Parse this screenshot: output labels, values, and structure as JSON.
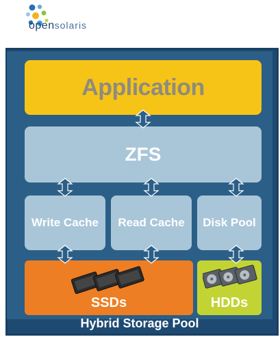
{
  "logo": {
    "name_bold": "open",
    "name_thin": "solaris"
  },
  "diagram": {
    "application": "Application",
    "zfs": "ZFS",
    "write_cache": "Write Cache",
    "read_cache": "Read Cache",
    "disk_pool": "Disk Pool",
    "ssds": "SSDs",
    "hdds": "HDDs",
    "pool_label": "Hybrid Storage Pool"
  },
  "colors": {
    "application": "#f6c417",
    "layer": "#a9c6d9",
    "ssds": "#ee7e23",
    "hdds": "#c2d434",
    "frame": "#1e4a72"
  }
}
